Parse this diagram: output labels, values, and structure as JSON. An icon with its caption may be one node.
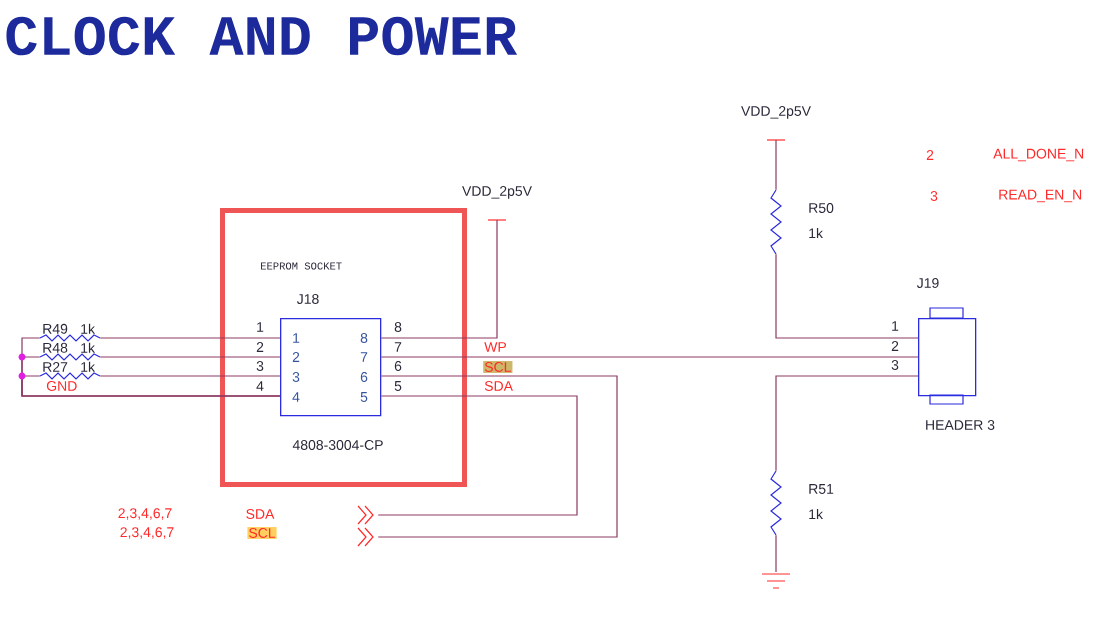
{
  "diagram": {
    "title": "CLOCK AND POWER",
    "nodes": [
      {
        "text": [
          "EEPROM SOCKET"
        ]
      },
      {
        "text": [
          "J18",
          "4808-3004-CP"
        ],
        "in": 0
      },
      {
        "text": [
          "R49",
          "1k"
        ]
      },
      {
        "text": [
          "R48",
          "1k"
        ]
      },
      {
        "text": [
          "R27",
          "1k"
        ]
      },
      {
        "text": [
          "VDD_2p5V"
        ]
      },
      {
        "text": [
          "VDD_2p5V"
        ]
      },
      {
        "text": [
          "R50",
          "1k"
        ]
      },
      {
        "text": [
          "R51",
          "1k"
        ]
      },
      {
        "text": [],
        "shape": "ground"
      },
      {
        "text": [
          "J19",
          "HEADER 3"
        ]
      },
      {
        "text": [],
        "shape": "chevron"
      },
      {
        "text": [],
        "shape": "chevron"
      }
    ],
    "edges": [
      {
        "from": 2,
        "to": 1,
        "arrow": "none"
      },
      {
        "from": 3,
        "to": 1,
        "arrow": "none"
      },
      {
        "from": 4,
        "to": 1,
        "arrow": "none"
      },
      {
        "from": 2,
        "to": 1,
        "arrow": "none",
        "label": "GND"
      },
      {
        "from": 3,
        "to": 1,
        "arrow": "none"
      },
      {
        "from": 4,
        "to": 1,
        "arrow": "none"
      },
      {
        "from": 1,
        "to": 5,
        "arrow": "none"
      },
      {
        "from": 1,
        "to": 10,
        "arrow": "none",
        "label": "WP"
      },
      {
        "from": 1,
        "to": 12,
        "arrow": "none",
        "label": "SCL"
      },
      {
        "from": 1,
        "to": 11,
        "arrow": "none",
        "label": "SDA"
      },
      {
        "from": 6,
        "to": 7,
        "arrow": "none"
      },
      {
        "from": 7,
        "to": 10,
        "arrow": "none"
      },
      {
        "from": 10,
        "to": 8,
        "arrow": "none"
      },
      {
        "from": 8,
        "to": 9,
        "arrow": "none"
      }
    ],
    "labels": [
      "2",
      "ALL_DONE_N",
      "3",
      "READ_EN_N",
      "1",
      "1",
      "8",
      "8",
      "2",
      "2",
      "7",
      "7",
      "3",
      "3",
      "6",
      "6",
      "4",
      "4",
      "5",
      "5",
      "1",
      "2",
      "3",
      "2,3,4,6,7",
      "SDA",
      "2,3,4,6,7",
      "SCL"
    ]
  }
}
